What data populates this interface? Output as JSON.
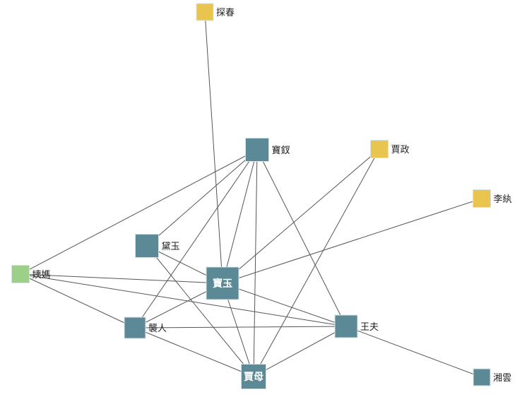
{
  "colors": {
    "main": "#5b8a96",
    "family": "#e9c550",
    "relative": "#9ccf88",
    "edge": "#555555"
  },
  "nodes": [
    {
      "id": "tanchun",
      "label": "探春",
      "group": "family"
    },
    {
      "id": "baochai",
      "label": "寶釵",
      "group": "main"
    },
    {
      "id": "jiazheng",
      "label": "賈政",
      "group": "family"
    },
    {
      "id": "liwan",
      "label": "李紈",
      "group": "family"
    },
    {
      "id": "daiyu",
      "label": "黛玉",
      "group": "main"
    },
    {
      "id": "yima",
      "label": "姨媽",
      "group": "relative"
    },
    {
      "id": "baoyu",
      "label": "寶玉",
      "group": "main"
    },
    {
      "id": "xiren",
      "label": "襲人",
      "group": "main"
    },
    {
      "id": "wangfu",
      "label": "王夫",
      "group": "main"
    },
    {
      "id": "jiamu",
      "label": "賈母",
      "group": "main"
    },
    {
      "id": "xiangyun",
      "label": "湘雲",
      "group": "main"
    }
  ],
  "edges": [
    [
      "tanchun",
      "baoyu"
    ],
    [
      "baochai",
      "yima"
    ],
    [
      "baochai",
      "daiyu"
    ],
    [
      "baochai",
      "xiren"
    ],
    [
      "baochai",
      "baoyu"
    ],
    [
      "baochai",
      "jiamu"
    ],
    [
      "baochai",
      "wangfu"
    ],
    [
      "jiazheng",
      "baoyu"
    ],
    [
      "jiazheng",
      "jiamu"
    ],
    [
      "liwan",
      "baoyu"
    ],
    [
      "daiyu",
      "baoyu"
    ],
    [
      "daiyu",
      "jiamu"
    ],
    [
      "yima",
      "baoyu"
    ],
    [
      "yima",
      "wangfu"
    ],
    [
      "yima",
      "xiren"
    ],
    [
      "baoyu",
      "wangfu"
    ],
    [
      "baoyu",
      "xiren"
    ],
    [
      "baoyu",
      "jiamu"
    ],
    [
      "xiren",
      "wangfu"
    ],
    [
      "xiren",
      "jiamu"
    ],
    [
      "wangfu",
      "jiamu"
    ],
    [
      "wangfu",
      "xiangyun"
    ]
  ]
}
